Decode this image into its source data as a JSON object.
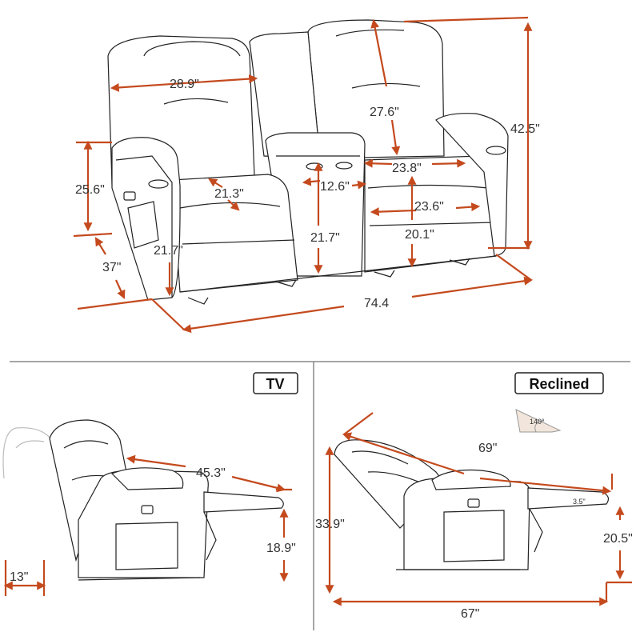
{
  "accent_color": "#c44a1e",
  "top_view": {
    "dims": {
      "back_width": "28.9\"",
      "back_height": "27.6\"",
      "total_height": "42.5\"",
      "arm_height": "25.6\"",
      "seat_width_left": "21.3\"",
      "console_width": "12.6\"",
      "seat_width_right": "23.8\"",
      "seat_depth": "23.6\"",
      "console_height": "21.7\"",
      "seat_height_right": "20.1\"",
      "seat_height_left": "21.7\"",
      "depth": "37\"",
      "total_width": "74.4"
    }
  },
  "tv_view": {
    "label": "TV",
    "dims": {
      "extended_depth": "45.3\"",
      "footrest_height": "18.9\"",
      "wall_clearance": "13\""
    }
  },
  "reclined_view": {
    "label": "Reclined",
    "dims": {
      "angle": "140°",
      "reclined_length": "69\"",
      "height": "33.9\"",
      "footrest_gap": "3.5\"",
      "footrest_height": "20.5\"",
      "total_depth": "67\""
    }
  }
}
